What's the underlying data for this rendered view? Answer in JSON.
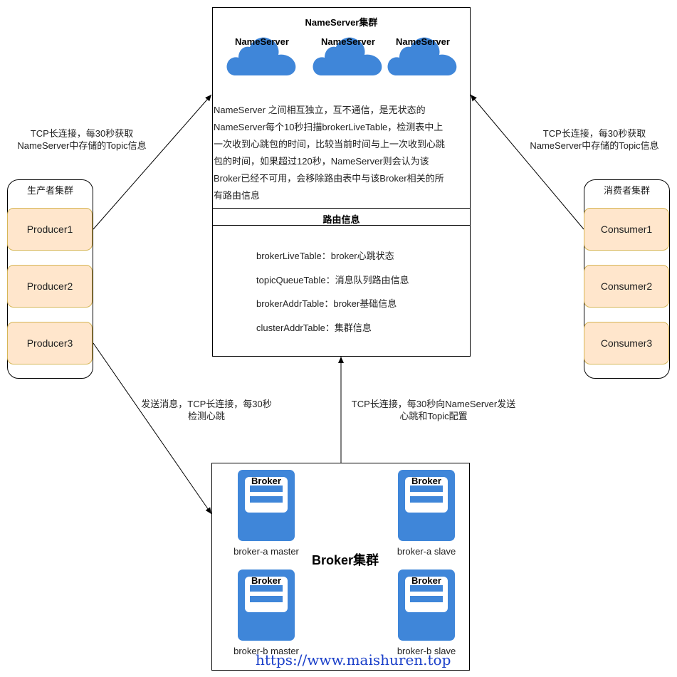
{
  "nameserver_cluster": {
    "title": "NameServer集群",
    "servers": [
      "NameServer",
      "NameServer",
      "NameServer"
    ],
    "description": [
      "NameServer 之间相互独立，互不通信，是无状态的",
      "NameServer每个10秒扫描brokerLiveTable，检测表中上",
      "一次收到心跳包的时间，比较当前时间与上一次收到心跳",
      "包的时间，如果超过120秒，NameServer则会认为该",
      "Broker已经不可用，会移除路由表中与该Broker相关的所",
      "有路由信息"
    ],
    "routing_title": "路由信息",
    "routing_items": [
      "brokerLiveTable：broker心跳状态",
      "topicQueueTable：消息队列路由信息",
      "brokerAddrTable：broker基础信息",
      "clusterAddrTable：集群信息"
    ]
  },
  "producer_group": {
    "title": "生产者集群",
    "items": [
      "Producer1",
      "Producer2",
      "Producer3"
    ]
  },
  "consumer_group": {
    "title": "消费者集群",
    "items": [
      "Consumer1",
      "Consumer2",
      "Consumer3"
    ]
  },
  "broker_cluster": {
    "title": "Broker集群",
    "icon_label": "Broker",
    "brokers": [
      "broker-a master",
      "broker-a slave",
      "broker-b master",
      "broker-b slave"
    ]
  },
  "edges": {
    "producer_to_nameserver": [
      "TCP长连接，每30秒获取",
      "NameServer中存储的Topic信息"
    ],
    "consumer_to_nameserver": [
      "TCP长连接，每30秒获取",
      "NameServer中存储的Topic信息"
    ],
    "producer_to_broker": [
      "发送消息，TCP长连接，每30秒",
      "检测心跳"
    ],
    "broker_to_nameserver": [
      "TCP长连接，每30秒向NameServer发送",
      "心跳和Topic配置"
    ]
  },
  "watermark": "https://www.maishuren.top",
  "colors": {
    "cloud": "#3f86d9",
    "broker": "#3f86d9",
    "node_fill": "#ffe6cc",
    "node_border": "#d6b656"
  }
}
